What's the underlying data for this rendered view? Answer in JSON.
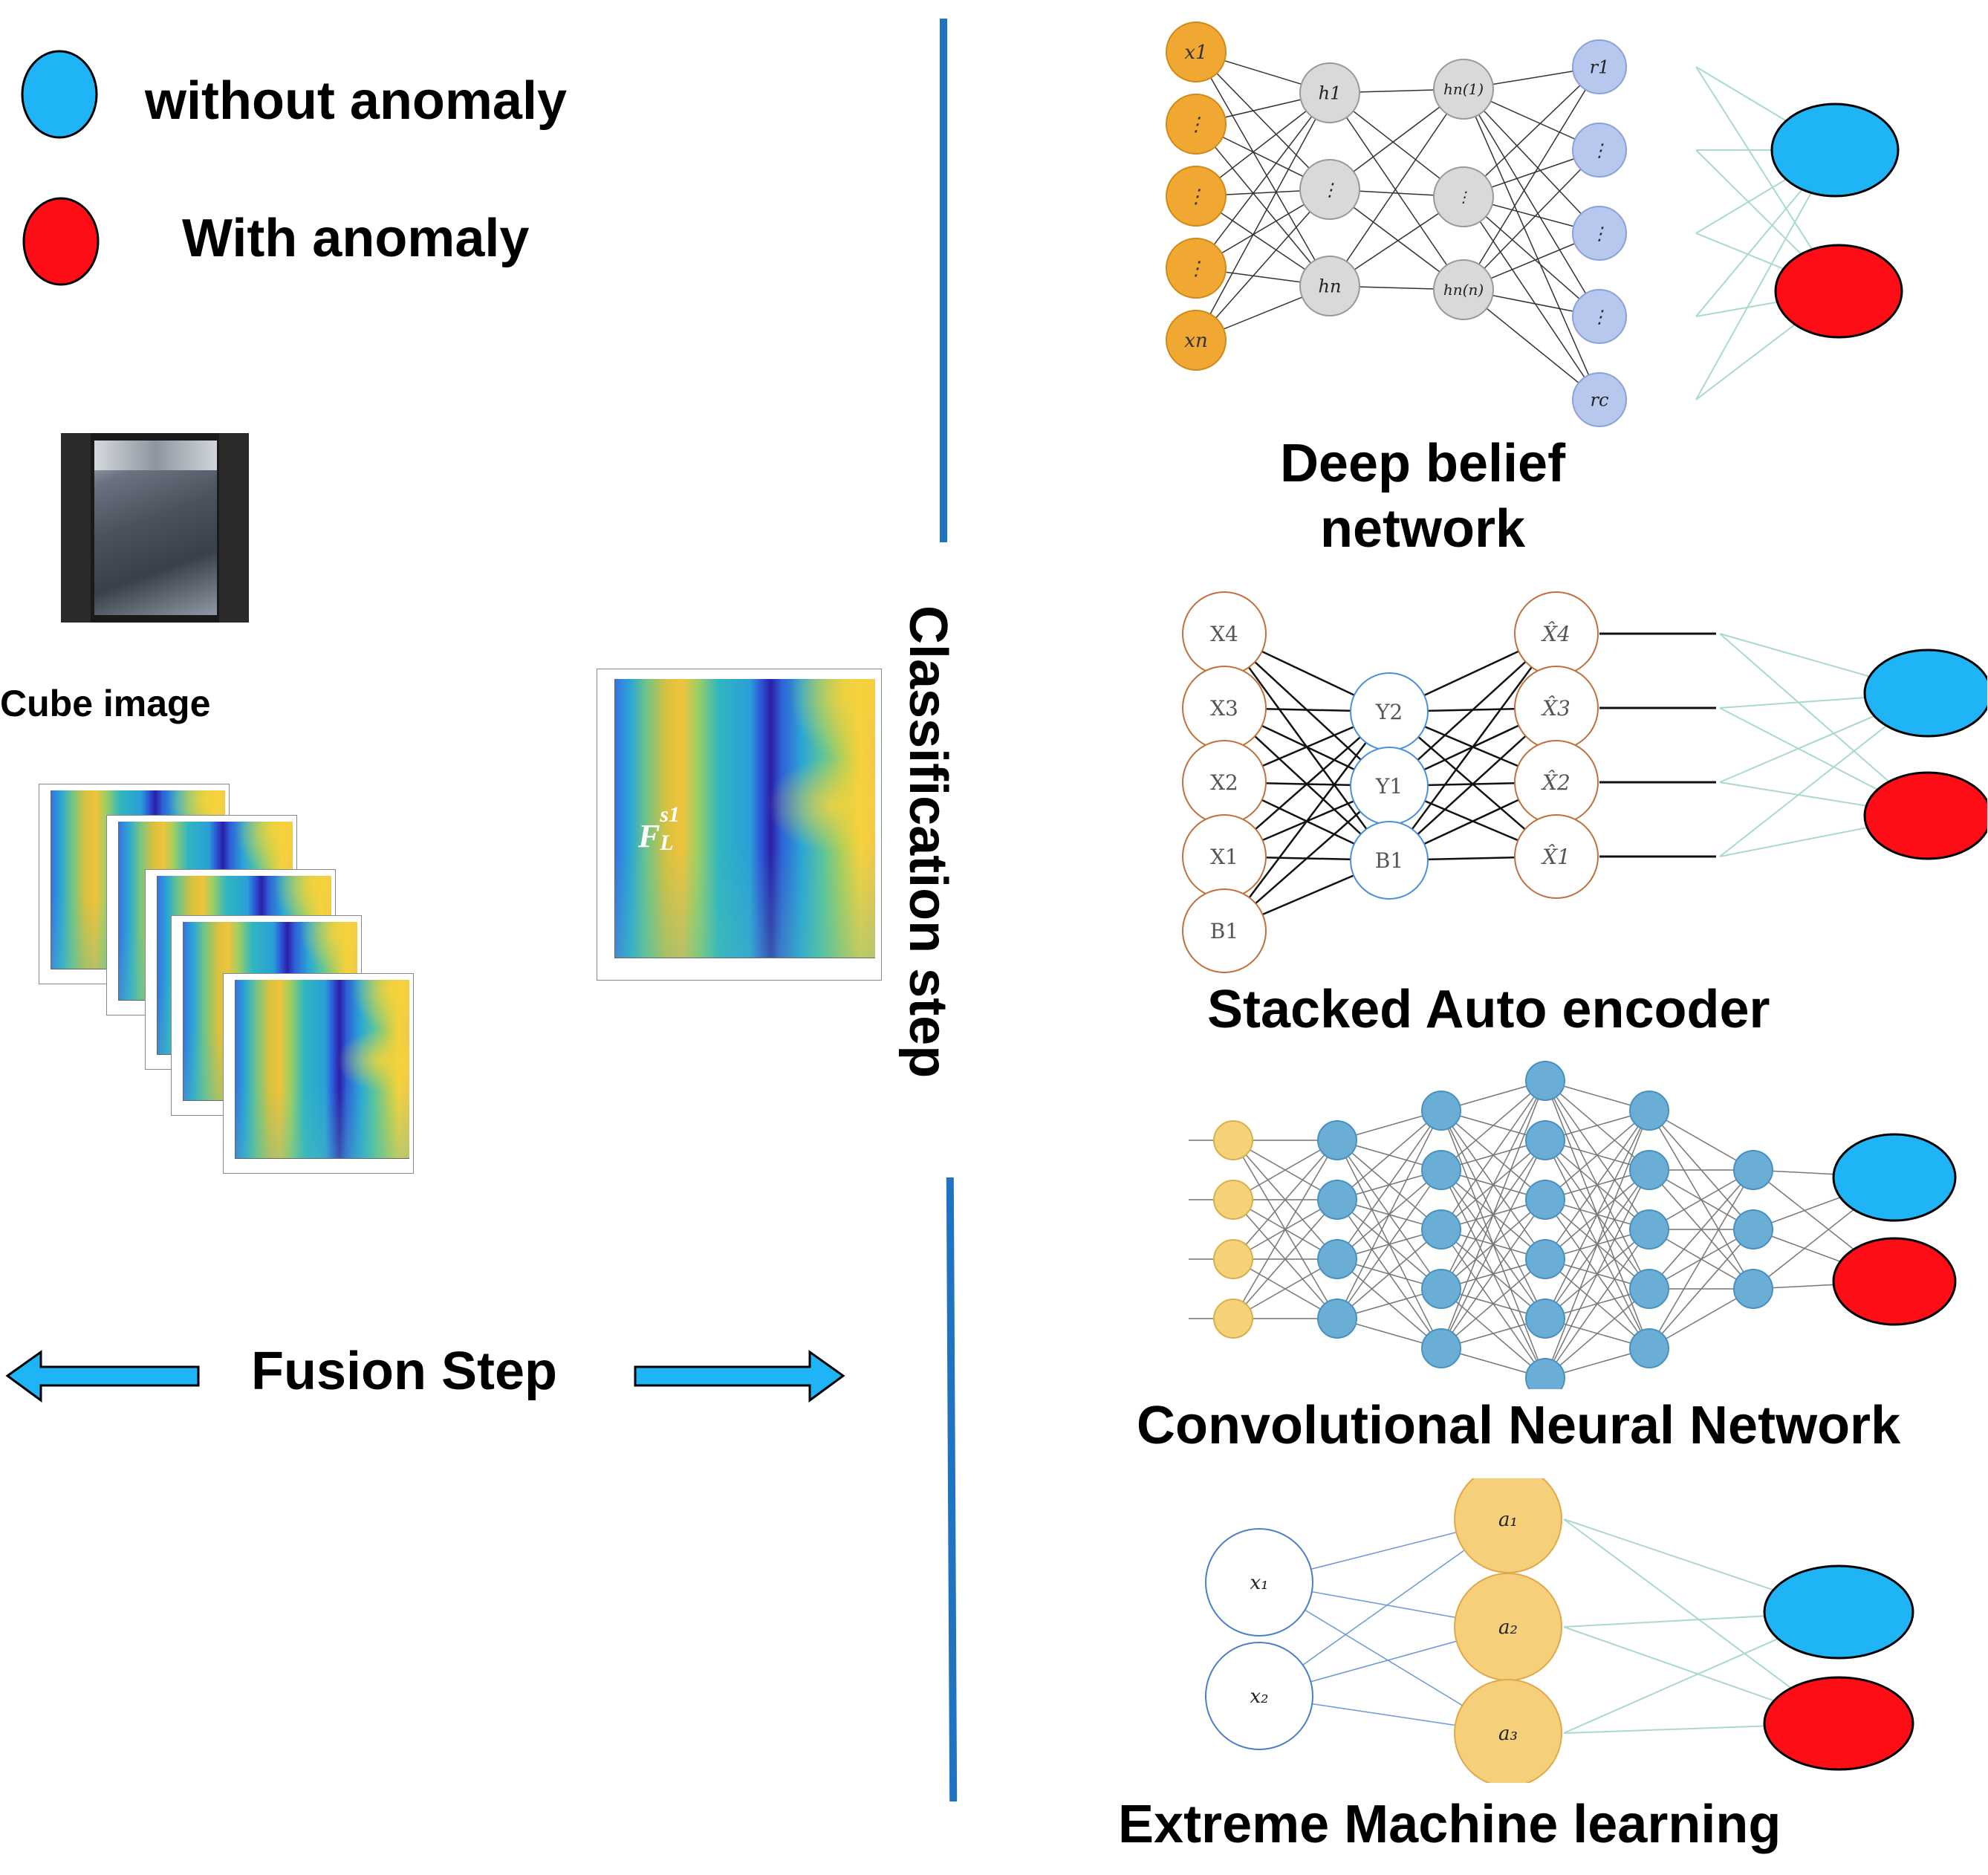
{
  "legend": {
    "without_label": "without anomaly",
    "with_label": "With anomaly",
    "color_without": "#1fb4f5",
    "color_with": "#ff0d16"
  },
  "left": {
    "cube_label": "Cube image",
    "fusion_label": "Fusion Step",
    "feature_label_main": "F",
    "feature_label_sup": "s1",
    "feature_label_sub": "L"
  },
  "center": {
    "classification_label": "Classification step"
  },
  "networks": {
    "dbn": {
      "title_line1": "Deep belief",
      "title_line2": "network",
      "input_nodes": [
        "x1",
        "⋮",
        "⋮",
        "⋮",
        "xn"
      ],
      "h1_nodes": [
        "h1",
        "⋮",
        "hn"
      ],
      "h2_nodes": [
        "hn(1)",
        "⋮",
        "hn(n)"
      ],
      "out_nodes": [
        "r1",
        "⋮",
        "⋮",
        "⋮",
        "rc"
      ]
    },
    "sae": {
      "title": "Stacked Auto encoder",
      "input_nodes": [
        "X4",
        "X3",
        "X2",
        "X1",
        "B1"
      ],
      "hidden_nodes": [
        "Y2",
        "Y1",
        "B1"
      ],
      "output_nodes": [
        "X̂4",
        "X̂3",
        "X̂2",
        "X̂1"
      ]
    },
    "cnn": {
      "title": "Convolutional Neural Network"
    },
    "elm": {
      "title": "Extreme Machine learning",
      "input_nodes": [
        "x₁",
        "x₂"
      ],
      "hidden_nodes": [
        "a₁",
        "a₂",
        "a₃"
      ]
    }
  }
}
